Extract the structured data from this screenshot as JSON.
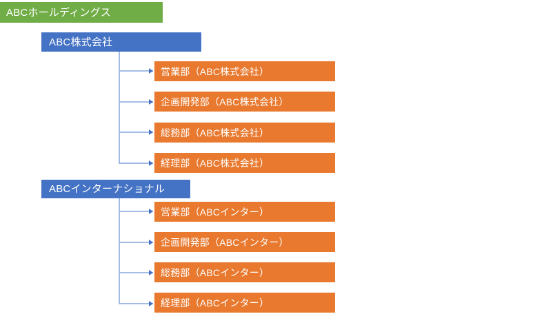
{
  "diagram": {
    "type": "organization-chart",
    "title_text": "ABCホールディングス",
    "colors": {
      "root": "#70AD47",
      "company": "#4472C4",
      "department": "#E8792E",
      "connector": "#A4BCE4",
      "arrow": "#4472C4",
      "text": "#FFFFFF",
      "background": "#FFFFFF"
    },
    "nodes": {
      "root": {
        "label": "ABCホールディングス",
        "level": 0
      },
      "companies": [
        {
          "label": "ABC株式会社",
          "level": 1,
          "departments": [
            {
              "label": "営業部（ABC株式会社）"
            },
            {
              "label": "企画開発部（ABC株式会社）"
            },
            {
              "label": "総務部（ABC株式会社）"
            },
            {
              "label": "経理部（ABC株式会社）"
            }
          ]
        },
        {
          "label": "ABCインターナショナル",
          "level": 1,
          "departments": [
            {
              "label": "営業部（ABCインター）"
            },
            {
              "label": "企画開発部（ABCインター）"
            },
            {
              "label": "総務部（ABCインター）"
            },
            {
              "label": "経理部（ABCインター）"
            }
          ]
        }
      ]
    }
  }
}
